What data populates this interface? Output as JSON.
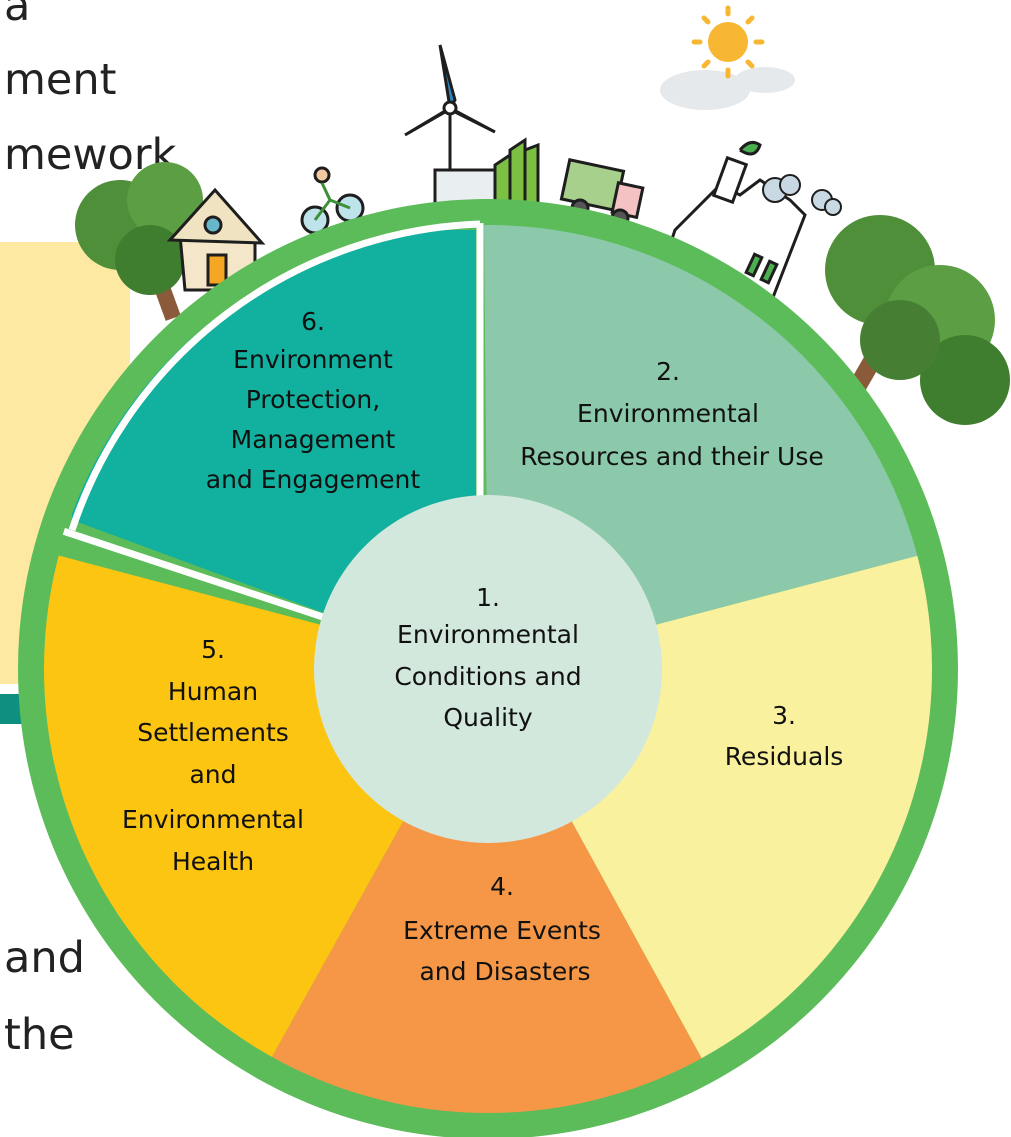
{
  "background_text": {
    "line1": "a",
    "line2": "ment",
    "line3": "mework",
    "line4": "and",
    "line5": "the"
  },
  "segments": [
    {
      "id": 1,
      "number": "1.",
      "lines": [
        "Environmental",
        "Conditions and",
        "Quality"
      ],
      "color": "#d3e8dd"
    },
    {
      "id": 2,
      "number": "2.",
      "lines": [
        "Environmental",
        "Resources and their Use"
      ],
      "color": "#8bc9aa"
    },
    {
      "id": 3,
      "number": "3.",
      "lines": [
        "Residuals"
      ],
      "color": "#faf19e"
    },
    {
      "id": 4,
      "number": "4.",
      "lines": [
        "Extreme Events",
        "and Disasters"
      ],
      "color": "#f59746"
    },
    {
      "id": 5,
      "number": "5.",
      "lines": [
        "Human",
        "Settlements",
        "and",
        "Environmental",
        "Health"
      ],
      "color": "#fcc512"
    },
    {
      "id": 6,
      "number": "6.",
      "lines": [
        "Environment",
        "Protection,",
        "Management",
        "and Engagement"
      ],
      "color": "#12b09e"
    }
  ],
  "colors": {
    "ring": "#5cbc5a",
    "tree_foliage": "#4f8f3a",
    "tree_trunk": "#8a5a3a",
    "sun": "#f7b733"
  },
  "icons": [
    "tree-icon",
    "house-icon",
    "cyclist-icon",
    "wind-turbine-icon",
    "factory-icon",
    "recycling-truck-icon",
    "sun-icon",
    "cloud-icon"
  ]
}
